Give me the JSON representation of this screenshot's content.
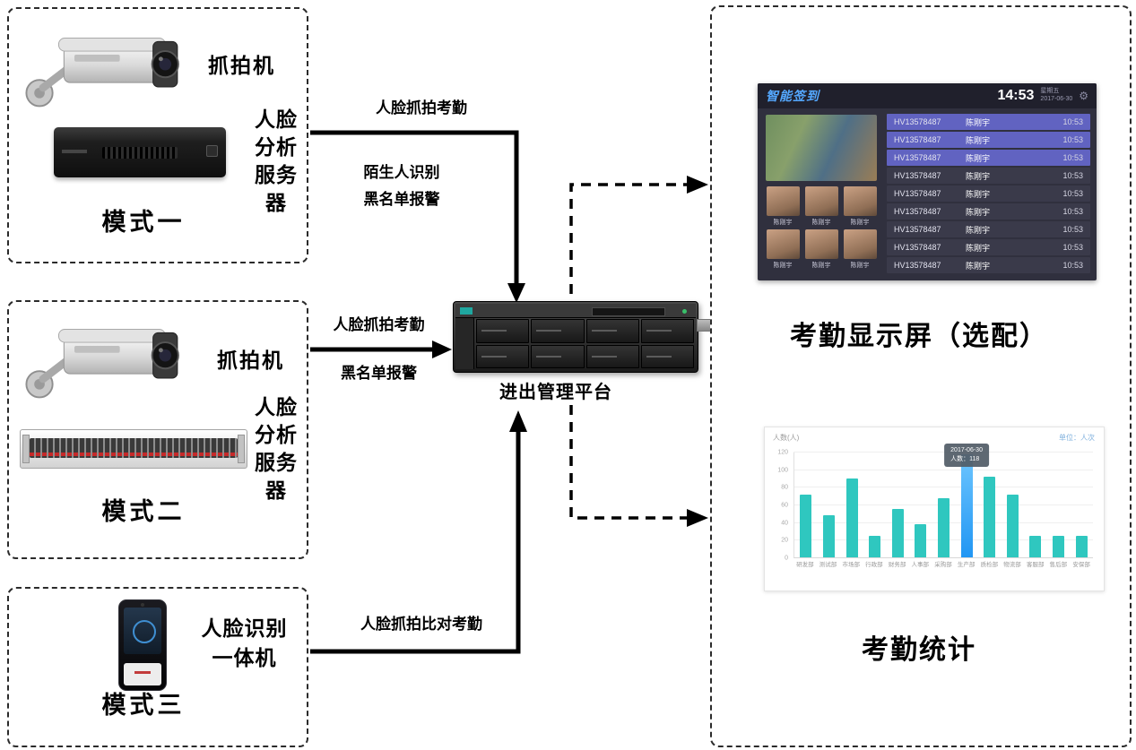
{
  "theme": {
    "panel_bg": "#30303e",
    "header_blue": "#54a8ff",
    "highlight_row": "#6163c1"
  },
  "modes": {
    "mode1": {
      "title": "模式一",
      "camera_label": "抓拍机",
      "server_label": [
        "人脸",
        "分析",
        "服务",
        "器"
      ]
    },
    "mode2": {
      "title": "模式二",
      "camera_label": "抓拍机",
      "server_label": [
        "人脸",
        "分析",
        "服务",
        "器"
      ]
    },
    "mode3": {
      "title": "模式三",
      "device_label": [
        "人脸识别",
        "一体机"
      ]
    }
  },
  "platform": {
    "label": "进出管理平台"
  },
  "flows": {
    "mode1_label1": "人脸抓拍考勤",
    "mode1_label2": "陌生人识别",
    "mode1_label3": "黑名单报警",
    "mode2_label1": "人脸抓拍考勤",
    "mode2_label2": "黑名单报警",
    "mode3_label1": "人脸抓拍比对考勤"
  },
  "outputs": {
    "display_caption": "考勤显示屏（选配）",
    "chart_caption": "考勤统计"
  },
  "display": {
    "header_title": "智能签到",
    "clock_time": "14:53",
    "clock_week": "星期五",
    "clock_date": "2017-06-30",
    "gear_icon": "⚙",
    "rows": [
      {
        "id": "HV13578487",
        "name": "陈刚宇",
        "time": "10:53",
        "highlight": true
      },
      {
        "id": "HV13578487",
        "name": "陈刚宇",
        "time": "10:53",
        "highlight": true
      },
      {
        "id": "HV13578487",
        "name": "陈刚宇",
        "time": "10:53",
        "highlight": true
      },
      {
        "id": "HV13578487",
        "name": "陈刚宇",
        "time": "10:53",
        "highlight": false
      },
      {
        "id": "HV13578487",
        "name": "陈刚宇",
        "time": "10:53",
        "highlight": false
      },
      {
        "id": "HV13578487",
        "name": "陈刚宇",
        "time": "10:53",
        "highlight": false
      },
      {
        "id": "HV13578487",
        "name": "陈刚宇",
        "time": "10:53",
        "highlight": false
      },
      {
        "id": "HV13578487",
        "name": "陈刚宇",
        "time": "10:53",
        "highlight": false
      },
      {
        "id": "HV13578487",
        "name": "陈刚宇",
        "time": "10:53",
        "highlight": false
      }
    ],
    "face_names": [
      "陈刚宇",
      "陈刚宇",
      "陈刚宇",
      "陈刚宇",
      "陈刚宇",
      "陈刚宇"
    ]
  },
  "chart_data": {
    "type": "bar",
    "title": "考勤统计",
    "ylabel": "人数(人)",
    "header_right": "单位：人次",
    "categories": [
      "研发部",
      "测试部",
      "市场部",
      "行政部",
      "财务部",
      "人事部",
      "采购部",
      "生产部",
      "质检部",
      "物流部",
      "客服部",
      "售后部",
      "安保部"
    ],
    "values": [
      72,
      48,
      90,
      25,
      55,
      38,
      68,
      118,
      92,
      72,
      25,
      25,
      25
    ],
    "ylim": [
      0,
      120
    ],
    "yticks": [
      0,
      20,
      40,
      60,
      80,
      100,
      120
    ],
    "highlight_index": 7,
    "tooltip": [
      "2017-06-30",
      "人数：118"
    ],
    "bar_color": "#2fc7bf",
    "highlight_color": "#2196f3",
    "grid": true,
    "legend_position": "none"
  }
}
